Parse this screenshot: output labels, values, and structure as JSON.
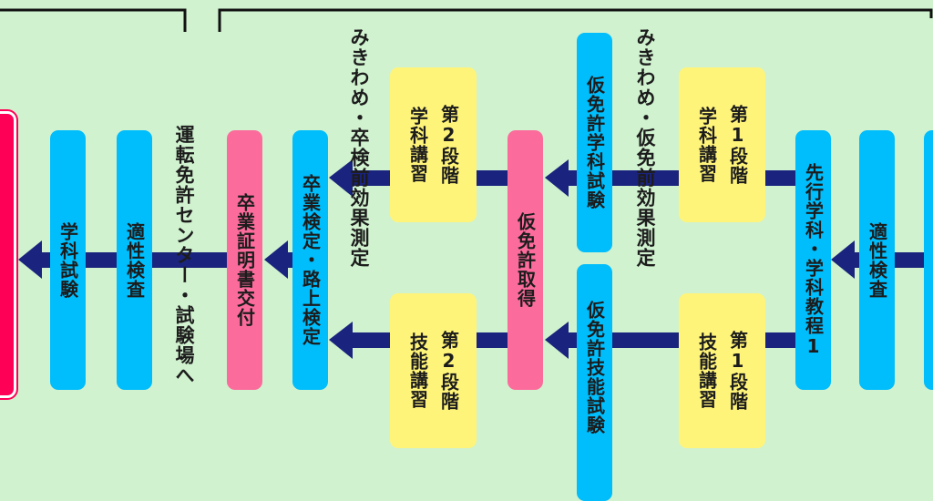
{
  "colors": {
    "background": "#d0f2cf",
    "blue": "#00bdfb",
    "pink": "#fb6c9c",
    "yellow": "#fff47a",
    "arrow": "#1a237e",
    "red": "#ff0057"
  },
  "steps": {
    "gakka_shiken": "学科試験",
    "tekisei_kensa_left": "適性検査",
    "center_note": "運転免許センター・試験場へ",
    "sotsugyo_shomei": "卒業証明書交付",
    "sotsugyo_kentei": "卒業検定・路上検定",
    "mikiwame_2": "みきわめ・卒検前効果測定",
    "stage2_gakka": {
      "stage": "第2段階",
      "type": "学科講習"
    },
    "stage2_ginou": {
      "stage": "第2段階",
      "type": "技能講習"
    },
    "karimen_shutoku": "仮免許取得",
    "karimen_gakka": "仮免許学科試験",
    "karimen_ginou": "仮免許技能試験",
    "mikiwame_1": "みきわめ・仮免前効果測定",
    "stage1_gakka": {
      "stage": "第1段階",
      "type": "学科講習"
    },
    "stage1_ginou": {
      "stage": "第1段階",
      "type": "技能講習"
    },
    "senko_gakka": "先行学科・学科教程1",
    "tekisei_kensa_right": "適性検査"
  }
}
